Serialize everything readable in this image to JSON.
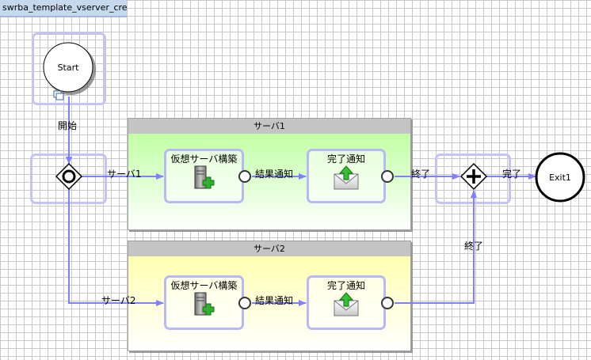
{
  "window": {
    "tab_title": "swrba_template_vserver_create"
  },
  "lanes": [
    {
      "label": "サーバ1",
      "color": "#b8ff98"
    },
    {
      "label": "サーバ2",
      "color": "#ffffa0"
    }
  ],
  "nodes": {
    "start": "Start",
    "exit": "Exit1",
    "lane1_build": "仮想サーバ構築",
    "lane1_notify": "完了通知",
    "lane2_build": "仮想サーバ構築",
    "lane2_notify": "完了通知"
  },
  "edges": {
    "start_label": "開始",
    "branch1": "サーバ1",
    "branch2": "サーバ2",
    "result1": "結果通知",
    "result2": "結果通知",
    "end1": "終了",
    "end2": "終了",
    "complete": "完了"
  },
  "colors": {
    "connector": "#8080ff",
    "task_border": "#b8b8f4",
    "selection_border": "#c4c4f4"
  },
  "icons": {
    "gateway_split": "exclusive-gateway-icon",
    "gateway_join": "parallel-gateway-icon",
    "task_build": "server-add-icon",
    "task_notify": "mail-upload-icon",
    "start_marker": "subprocess-marker-icon"
  }
}
